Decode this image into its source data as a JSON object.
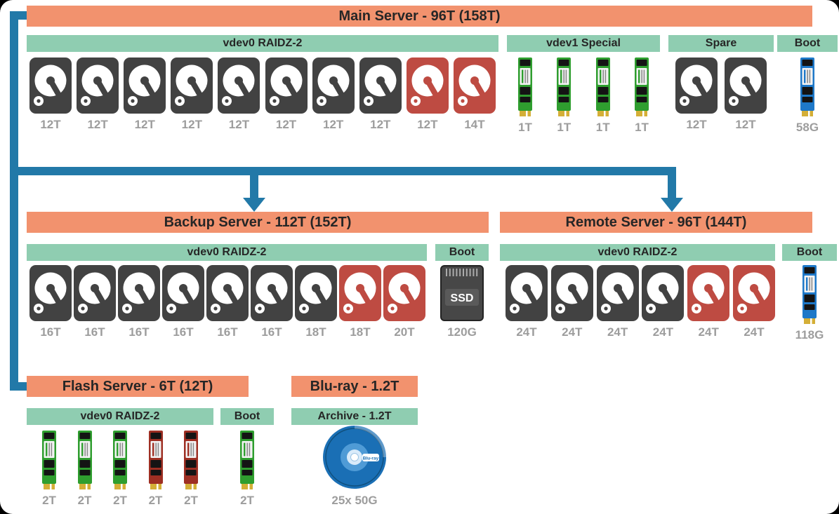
{
  "palette": {
    "server_header": "#F2926E",
    "section_header": "#8FCDB1",
    "arrow": "#2279A8",
    "hdd_gray": "#424242",
    "hdd_red": "#BE4B42",
    "nvme_green": "#2F9E2F",
    "nvme_red": "#9E2F23",
    "nvme_blue": "#1E78C8",
    "size_label": "#9D9D9D"
  },
  "icons": {
    "hdd": "hdd-icon",
    "nvme": "nvme-ssd-icon",
    "ssd25": "sata-ssd-icon",
    "disc": "bluray-disc-icon"
  },
  "main": {
    "title": "Main Server - 96T (158T)",
    "vdev0": {
      "label": "vdev0 RAIDZ-2",
      "drives": [
        {
          "type": "hdd",
          "variant": "gray",
          "size": "12T"
        },
        {
          "type": "hdd",
          "variant": "gray",
          "size": "12T"
        },
        {
          "type": "hdd",
          "variant": "gray",
          "size": "12T"
        },
        {
          "type": "hdd",
          "variant": "gray",
          "size": "12T"
        },
        {
          "type": "hdd",
          "variant": "gray",
          "size": "12T"
        },
        {
          "type": "hdd",
          "variant": "gray",
          "size": "12T"
        },
        {
          "type": "hdd",
          "variant": "gray",
          "size": "12T"
        },
        {
          "type": "hdd",
          "variant": "gray",
          "size": "12T"
        },
        {
          "type": "hdd",
          "variant": "red",
          "size": "12T"
        },
        {
          "type": "hdd",
          "variant": "red",
          "size": "14T"
        }
      ]
    },
    "vdev1": {
      "label": "vdev1 Special",
      "drives": [
        {
          "type": "nvme",
          "variant": "green",
          "size": "1T"
        },
        {
          "type": "nvme",
          "variant": "green",
          "size": "1T"
        },
        {
          "type": "nvme",
          "variant": "green",
          "size": "1T"
        },
        {
          "type": "nvme",
          "variant": "green",
          "size": "1T"
        }
      ]
    },
    "spare": {
      "label": "Spare",
      "drives": [
        {
          "type": "hdd",
          "variant": "gray",
          "size": "12T"
        },
        {
          "type": "hdd",
          "variant": "gray",
          "size": "12T"
        }
      ]
    },
    "boot": {
      "label": "Boot",
      "drives": [
        {
          "type": "nvme",
          "variant": "blue",
          "size": "58G"
        }
      ]
    }
  },
  "backup": {
    "title": "Backup Server - 112T (152T)",
    "vdev0": {
      "label": "vdev0 RAIDZ-2",
      "drives": [
        {
          "type": "hdd",
          "variant": "gray",
          "size": "16T"
        },
        {
          "type": "hdd",
          "variant": "gray",
          "size": "16T"
        },
        {
          "type": "hdd",
          "variant": "gray",
          "size": "16T"
        },
        {
          "type": "hdd",
          "variant": "gray",
          "size": "16T"
        },
        {
          "type": "hdd",
          "variant": "gray",
          "size": "16T"
        },
        {
          "type": "hdd",
          "variant": "gray",
          "size": "16T"
        },
        {
          "type": "hdd",
          "variant": "gray",
          "size": "18T"
        },
        {
          "type": "hdd",
          "variant": "red",
          "size": "18T"
        },
        {
          "type": "hdd",
          "variant": "red",
          "size": "20T"
        }
      ]
    },
    "boot": {
      "label": "Boot",
      "drives": [
        {
          "type": "ssd25",
          "variant": "gray",
          "size": "120G"
        }
      ]
    }
  },
  "remote": {
    "title": "Remote Server - 96T (144T)",
    "vdev0": {
      "label": "vdev0 RAIDZ-2",
      "drives": [
        {
          "type": "hdd",
          "variant": "gray",
          "size": "24T"
        },
        {
          "type": "hdd",
          "variant": "gray",
          "size": "24T"
        },
        {
          "type": "hdd",
          "variant": "gray",
          "size": "24T"
        },
        {
          "type": "hdd",
          "variant": "gray",
          "size": "24T"
        },
        {
          "type": "hdd",
          "variant": "red",
          "size": "24T"
        },
        {
          "type": "hdd",
          "variant": "red",
          "size": "24T"
        }
      ]
    },
    "boot": {
      "label": "Boot",
      "drives": [
        {
          "type": "nvme",
          "variant": "blue",
          "size": "118G"
        }
      ]
    }
  },
  "flash": {
    "title": "Flash Server - 6T (12T)",
    "vdev0": {
      "label": "vdev0 RAIDZ-2",
      "drives": [
        {
          "type": "nvme",
          "variant": "green",
          "size": "2T"
        },
        {
          "type": "nvme",
          "variant": "green",
          "size": "2T"
        },
        {
          "type": "nvme",
          "variant": "green",
          "size": "2T"
        },
        {
          "type": "nvme",
          "variant": "red",
          "size": "2T"
        },
        {
          "type": "nvme",
          "variant": "red",
          "size": "2T"
        }
      ]
    },
    "boot": {
      "label": "Boot",
      "drives": [
        {
          "type": "nvme",
          "variant": "green",
          "size": "2T"
        }
      ]
    }
  },
  "bluray": {
    "title": "Blu-ray - 1.2T",
    "archive": {
      "label": "Archive - 1.2T",
      "drives": [
        {
          "type": "disc",
          "variant": "blue",
          "size": "25x 50G"
        }
      ]
    }
  }
}
